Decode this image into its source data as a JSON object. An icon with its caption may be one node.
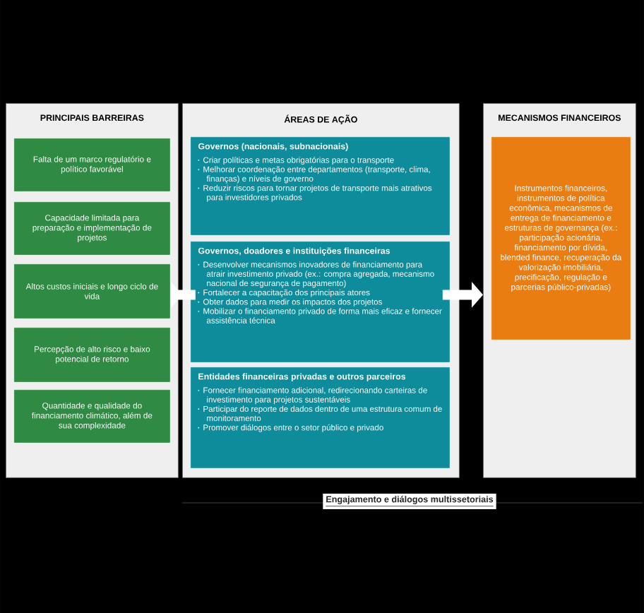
{
  "diagram": {
    "nodes": [
      {
        "text": [
          "PRINCIPAIS BARREIRAS"
        ]
      },
      {
        "text": [
          "Falta de um marco regulatório e político favorável"
        ],
        "in": 0
      },
      {
        "text": [
          "Capacidade limitada para preparação e implementação de projetos"
        ],
        "in": 0
      },
      {
        "text": [
          "Altos custos iniciais e longo ciclo de vida"
        ],
        "in": 0
      },
      {
        "text": [
          "Percepção de alto risco e baixo potencial de retorno"
        ],
        "in": 0
      },
      {
        "text": [
          "Quantidade e qualidade do financiamento climático, além de sua complexidade"
        ],
        "in": 0
      },
      {
        "text": [
          "ÁREAS DE AÇÃO"
        ]
      },
      {
        "text": [
          "Governos (nacionais, subnacionais)",
          "Criar políticas e metas obrigatórias para o transporte",
          "Melhorar coordenação entre departamentos (transporte, clima, finanças) e níveis de governo",
          "Reduzir riscos para tornar projetos de transporte mais atrativos para investidores privados"
        ],
        "in": 6
      },
      {
        "text": [
          "Governos, doadores e instituições financeiras",
          "Desenvolver mecanismos inovadores de financiamento para atrair investimento privado (ex.: compra agregada, mecanismo nacional de segurança de pagamento)",
          "Fortalecer a capacitação dos principais atores",
          "Obter dados para medir os impactos dos projetos",
          "Mobilizar o financiamento privado de forma mais eficaz e fornecer assistência técnica"
        ],
        "in": 6
      },
      {
        "text": [
          "Entidades financeiras privadas e outros parceiros",
          "Fornecer financiamento adicional, redirecionando carteiras de investimento para projetos sustentáveis",
          "Participar do reporte de dados dentro de uma estrutura comum de monitoramento",
          "Promover diálogos entre o setor público e privado"
        ],
        "in": 6
      },
      {
        "text": [
          "MECANISMOS FINANCEIROS"
        ]
      },
      {
        "text": [
          "Instrumentos financeiros, instrumentos de política econômica, mecanismos de entrega de financiamento e estruturas de governança (ex.: participação acionária, financiamento por dívida, blended finance, recuperação da valorização imobiliária, precificação, regulação e parcerias público-privadas)"
        ],
        "in": 10
      }
    ],
    "edges": [
      {
        "from": 0,
        "to": 6,
        "arrow": "to"
      },
      {
        "from": 6,
        "to": 10,
        "arrow": "to"
      }
    ],
    "labels": [
      "Engajamento e diálogos multissetoriais"
    ]
  }
}
